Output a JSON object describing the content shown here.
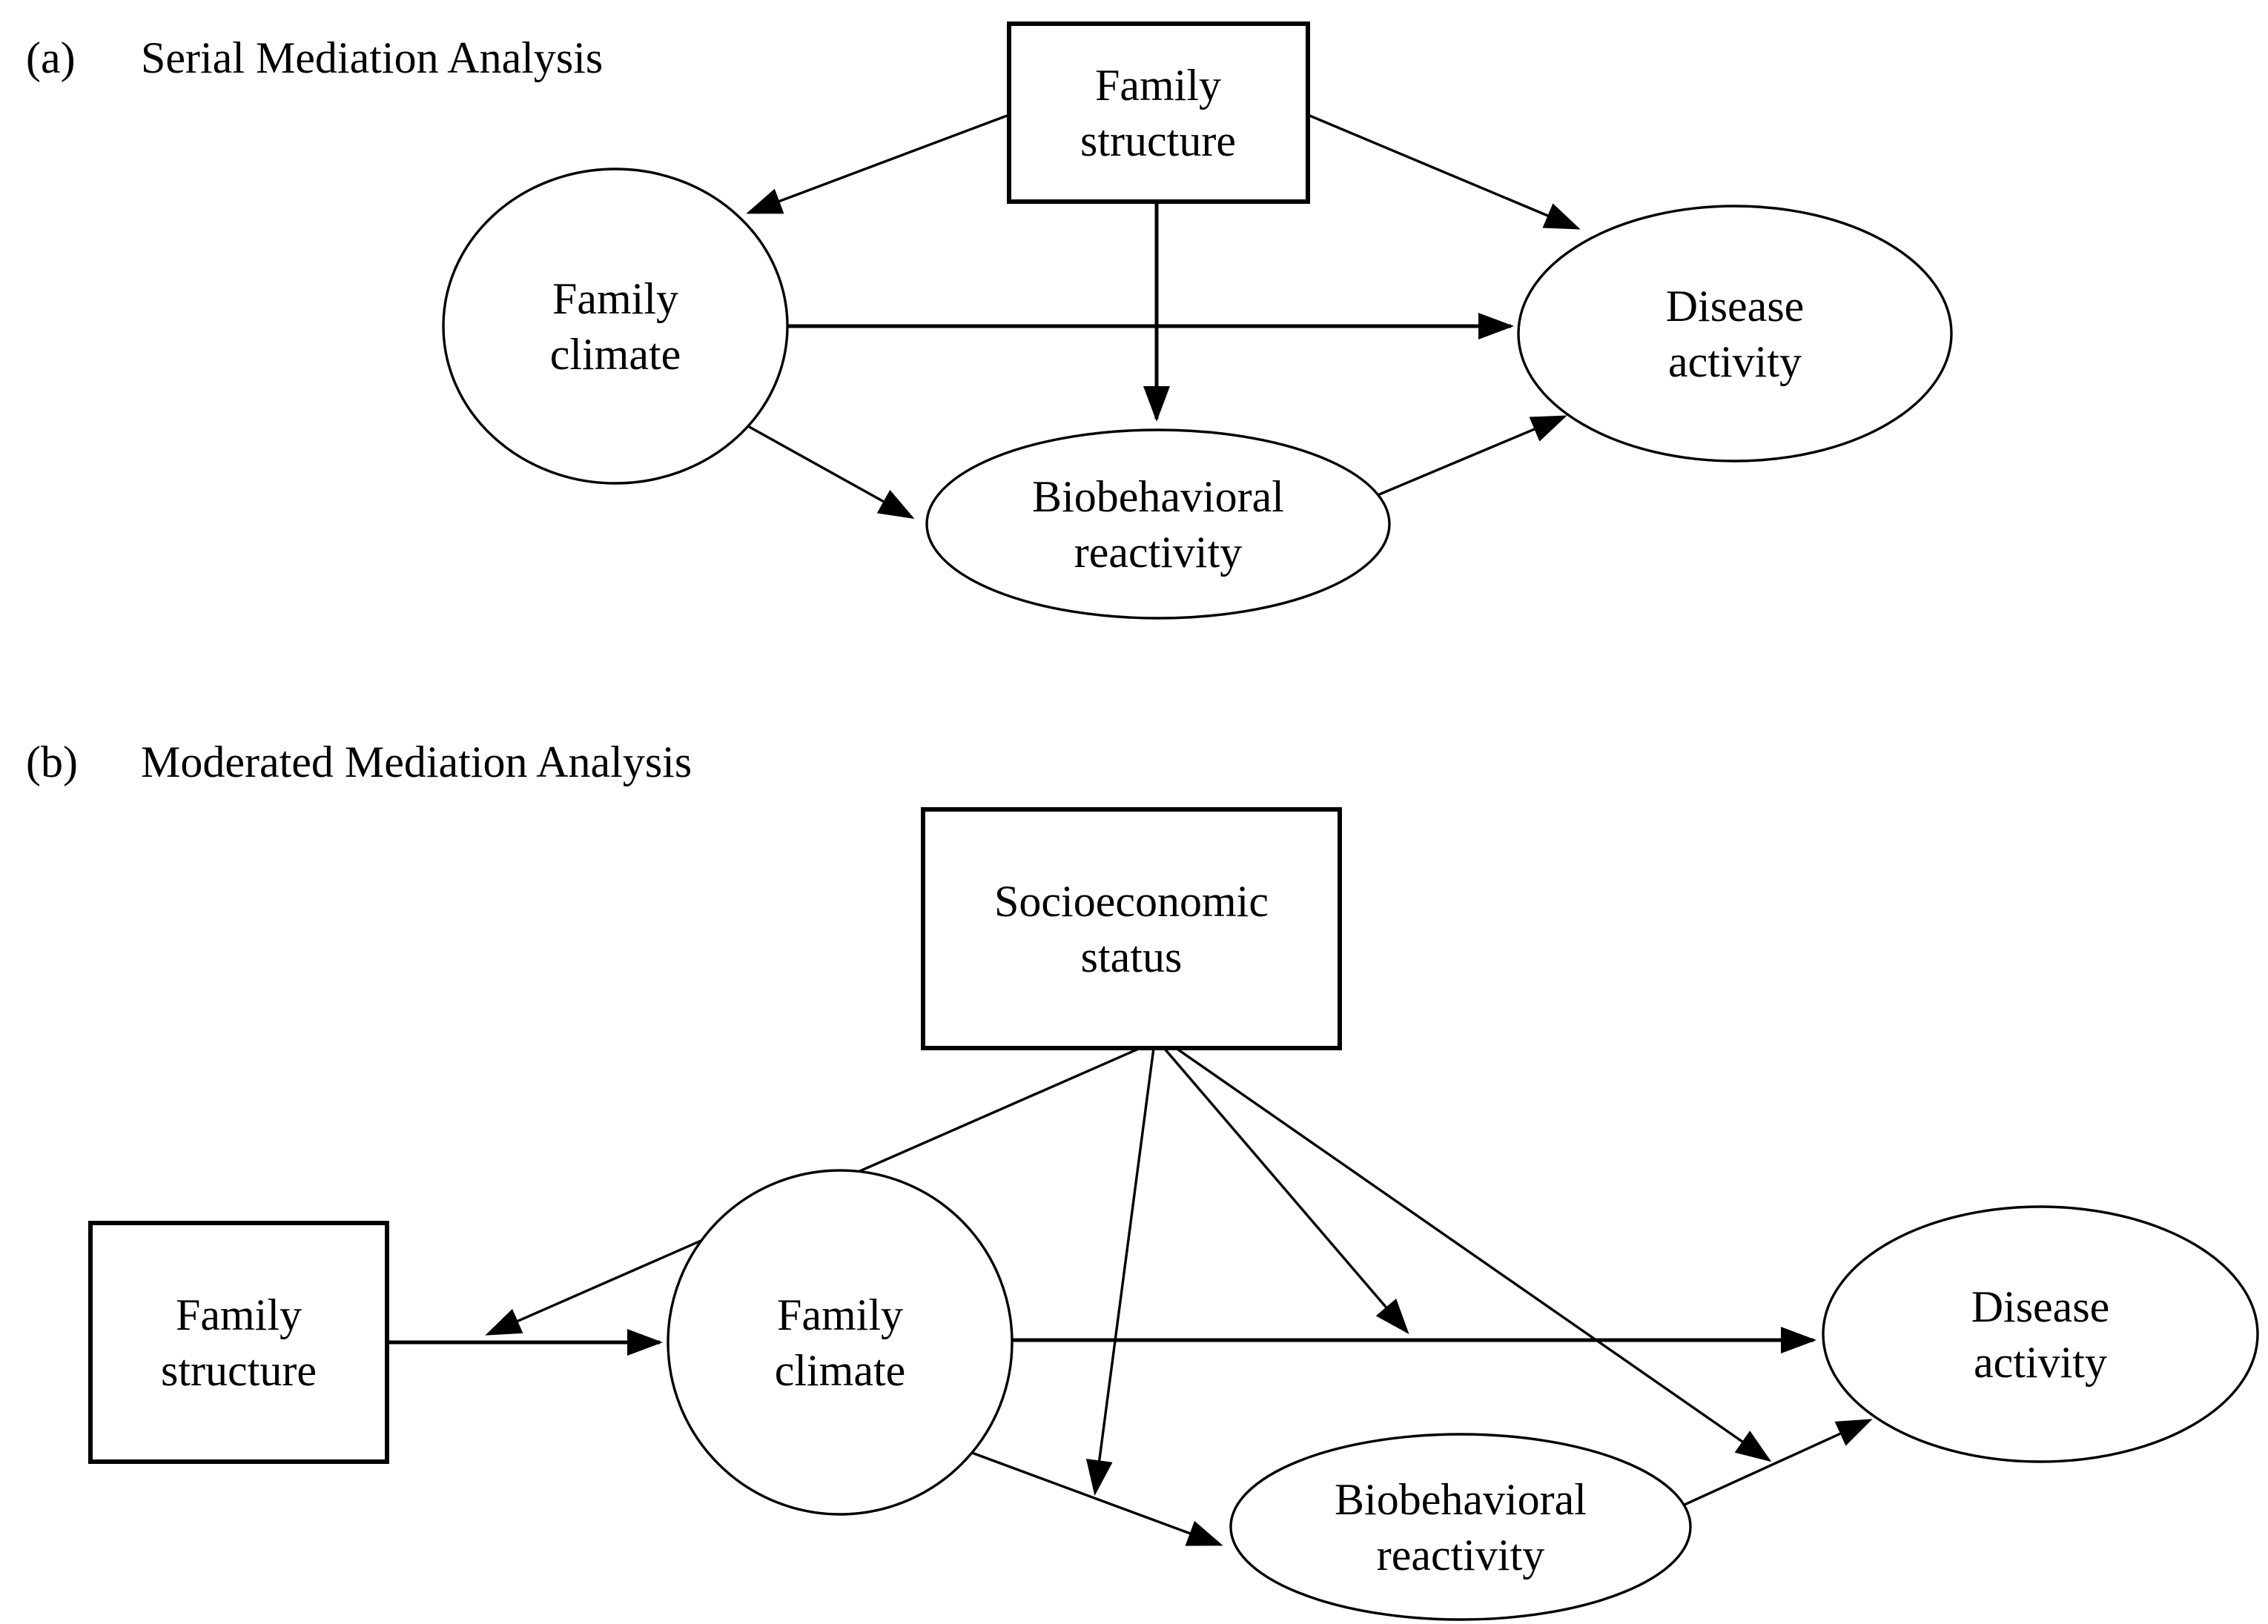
{
  "figure": {
    "background": "#ffffff",
    "ink_color": "#000000"
  },
  "panel_a": {
    "label": "(a)",
    "title": "Serial Mediation Analysis",
    "nodes": {
      "family_structure": {
        "shape": "rectangle",
        "line1": "Family",
        "line2": "structure"
      },
      "family_climate": {
        "shape": "ellipse",
        "line1": "Family",
        "line2": "climate"
      },
      "disease_activity": {
        "shape": "ellipse",
        "line1": "Disease",
        "line2": "activity"
      },
      "biobehavioral_reactivity": {
        "shape": "ellipse",
        "line1": "Biobehavioral",
        "line2": "reactivity"
      }
    },
    "edges": [
      {
        "from": "family_structure",
        "to": "family_climate"
      },
      {
        "from": "family_structure",
        "to": "disease_activity"
      },
      {
        "from": "family_structure",
        "to": "biobehavioral_reactivity"
      },
      {
        "from": "family_climate",
        "to": "disease_activity"
      },
      {
        "from": "family_climate",
        "to": "biobehavioral_reactivity"
      },
      {
        "from": "biobehavioral_reactivity",
        "to": "disease_activity"
      }
    ]
  },
  "panel_b": {
    "label": "(b)",
    "title": "Moderated Mediation Analysis",
    "nodes": {
      "socioeconomic_status": {
        "shape": "rectangle",
        "line1": "Socioeconomic",
        "line2": "status"
      },
      "family_structure": {
        "shape": "rectangle",
        "line1": "Family",
        "line2": "structure"
      },
      "family_climate": {
        "shape": "ellipse",
        "line1": "Family",
        "line2": "climate"
      },
      "disease_activity": {
        "shape": "ellipse",
        "line1": "Disease",
        "line2": "activity"
      },
      "biobehavioral_reactivity": {
        "shape": "ellipse",
        "line1": "Biobehavioral",
        "line2": "reactivity"
      }
    },
    "edges": [
      {
        "from": "family_structure",
        "to": "family_climate"
      },
      {
        "from": "family_climate",
        "to": "disease_activity"
      },
      {
        "from": "family_climate",
        "to": "biobehavioral_reactivity"
      },
      {
        "from": "biobehavioral_reactivity",
        "to": "disease_activity"
      },
      {
        "from": "socioeconomic_status",
        "to": "family_structure->family_climate path",
        "type": "moderation"
      },
      {
        "from": "socioeconomic_status",
        "to": "family_climate->biobehavioral_reactivity path",
        "type": "moderation"
      },
      {
        "from": "socioeconomic_status",
        "to": "family_climate->disease_activity path",
        "type": "moderation"
      },
      {
        "from": "socioeconomic_status",
        "to": "biobehavioral_reactivity->disease_activity path",
        "type": "moderation"
      }
    ]
  }
}
